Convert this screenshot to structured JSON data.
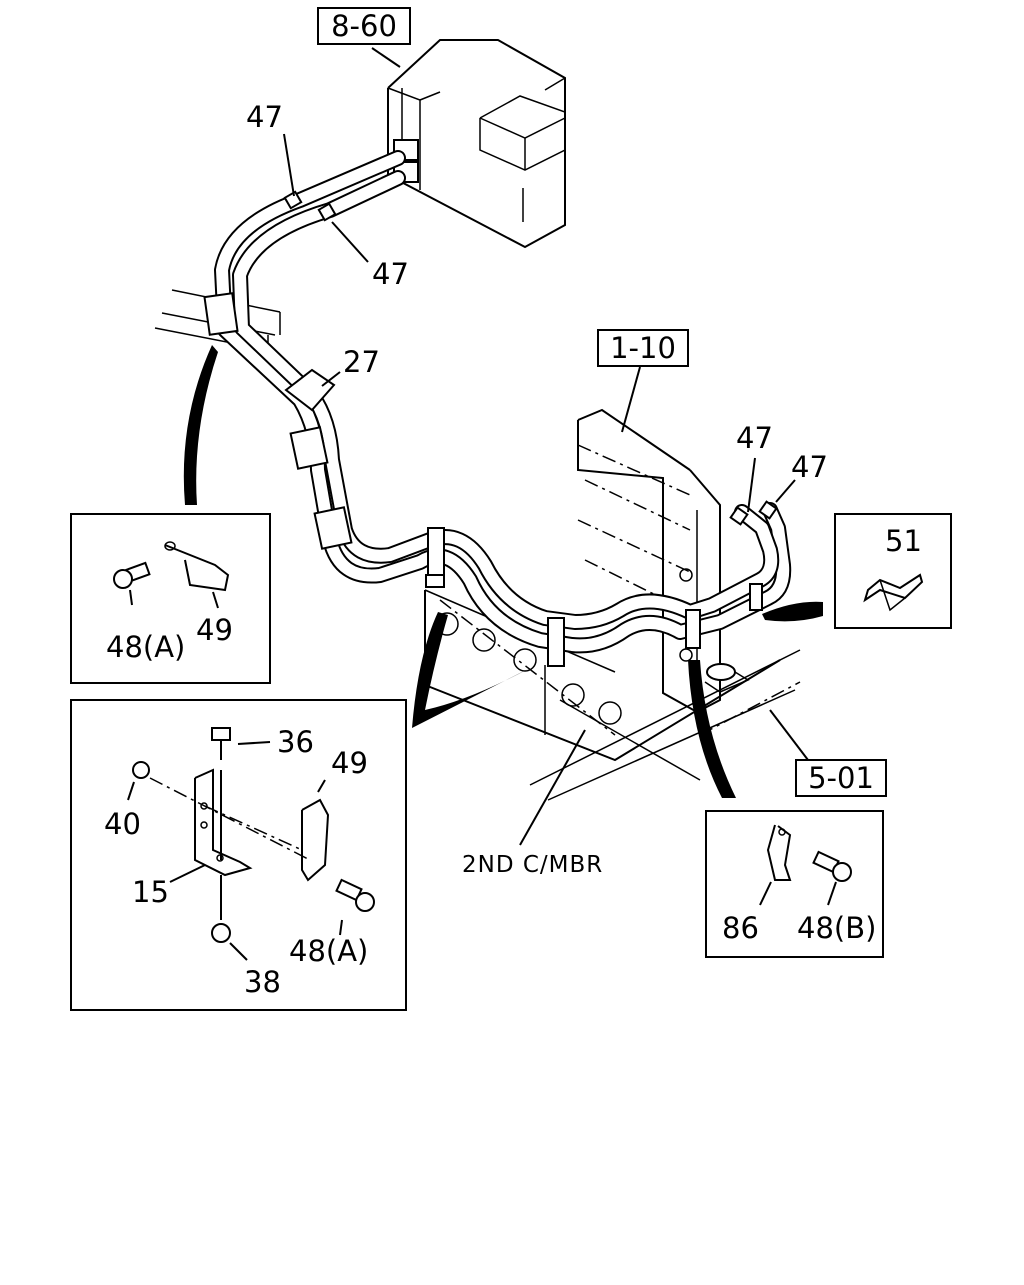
{
  "diagram": {
    "refs": {
      "r860": "8-60",
      "r110": "1-10",
      "r501": "5-01"
    },
    "parts": {
      "p47a": "47",
      "p47b": "47",
      "p47c": "47",
      "p47d": "47",
      "p27": "27",
      "p51": "51"
    },
    "note": "2ND C/MBR",
    "detail1": {
      "p48a": "48(A)",
      "p49": "49"
    },
    "detail2": {
      "p36": "36",
      "p49": "49",
      "p40": "40",
      "p15": "15",
      "p48a": "48(A)",
      "p38": "38"
    },
    "detail3": {
      "p86": "86",
      "p48b": "48(B)"
    }
  }
}
